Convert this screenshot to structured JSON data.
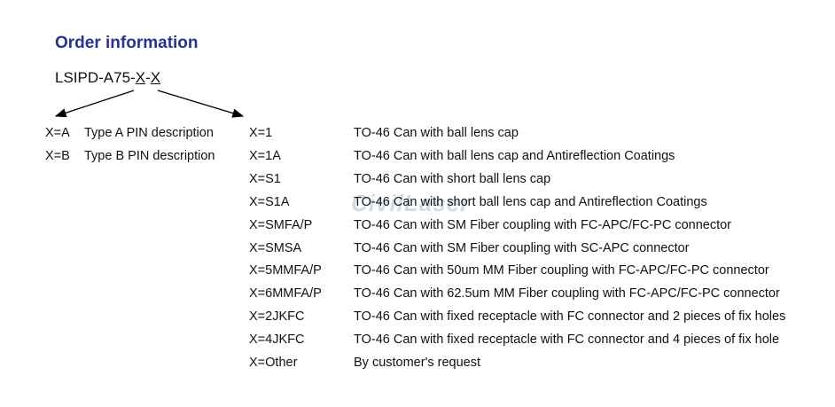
{
  "title": "Order information",
  "part_number": {
    "prefix": "LSIPD-A75-",
    "x1": "X",
    "sep": "-",
    "x2": "X"
  },
  "watermark": "CivilLaser",
  "left_options": [
    {
      "code": "X=A",
      "desc": "Type A PIN description"
    },
    {
      "code": "X=B",
      "desc": "Type B PIN description"
    }
  ],
  "right_options": [
    {
      "code": "X=1",
      "desc": "TO-46 Can with ball lens cap"
    },
    {
      "code": "X=1A",
      "desc": "TO-46 Can with ball lens cap and Antireflection Coatings"
    },
    {
      "code": "X=S1",
      "desc": "TO-46 Can with short ball lens cap"
    },
    {
      "code": "X=S1A",
      "desc": "TO-46 Can with short ball lens cap and Antireflection Coatings"
    },
    {
      "code": "X=SMFA/P",
      "desc": "TO-46 Can with SM Fiber coupling with FC-APC/FC-PC connector"
    },
    {
      "code": "X=SMSA",
      "desc": "TO-46 Can with SM Fiber coupling with SC-APC connector"
    },
    {
      "code": "X=5MMFA/P",
      "desc": "TO-46 Can with 50um MM Fiber coupling with FC-APC/FC-PC connector"
    },
    {
      "code": "X=6MMFA/P",
      "desc": "TO-46 Can with 62.5um MM Fiber coupling with FC-APC/FC-PC connector"
    },
    {
      "code": "X=2JKFC",
      "desc": "TO-46 Can with fixed receptacle with FC connector and 2 pieces of fix holes"
    },
    {
      "code": "X=4JKFC",
      "desc": "TO-46 Can with fixed receptacle with FC connector and 4 pieces of fix hole"
    },
    {
      "code": "X=Other",
      "desc": "By customer's request"
    }
  ]
}
